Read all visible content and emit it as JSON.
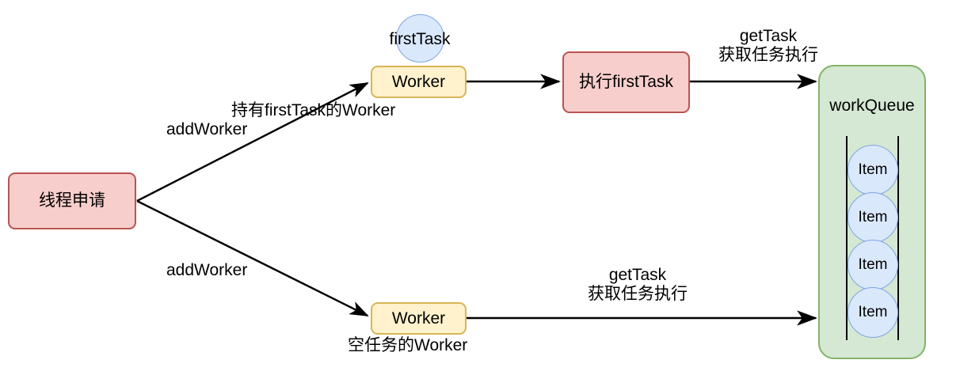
{
  "diagram": {
    "title": "Thread pool worker dispatch diagram",
    "colors": {
      "red_fill": "#f8cecc",
      "red_stroke": "#b85450",
      "yellow_fill": "#fff2cc",
      "yellow_stroke": "#d6b656",
      "green_fill": "#d5e8d4",
      "green_stroke": "#82b366",
      "blue_fill": "#dae8fc",
      "blue_stroke": "#7ea6e0",
      "edge_stroke": "#000000",
      "background": "#ffffff"
    },
    "nodes": {
      "thread_request": {
        "label": "线程申请"
      },
      "first_task_circle": {
        "label": "firstTask"
      },
      "worker_top": {
        "label": "Worker"
      },
      "worker_bottom": {
        "label": "Worker"
      },
      "execute_first_task": {
        "label": "执行firstTask"
      },
      "work_queue": {
        "label": "workQueue"
      }
    },
    "queue_items": [
      {
        "label": "Item"
      },
      {
        "label": "Item"
      },
      {
        "label": "Item"
      },
      {
        "label": "Item"
      }
    ],
    "edge_labels": {
      "add_worker_top": "addWorker",
      "add_worker_bottom": "addWorker",
      "worker_with_first_task": "持有firstTask的Worker",
      "empty_task_worker": "空任务的Worker",
      "get_task_top_line1": "getTask",
      "get_task_top_line2": "获取任务执行",
      "get_task_bottom_line1": "getTask",
      "get_task_bottom_line2": "获取任务执行"
    }
  }
}
